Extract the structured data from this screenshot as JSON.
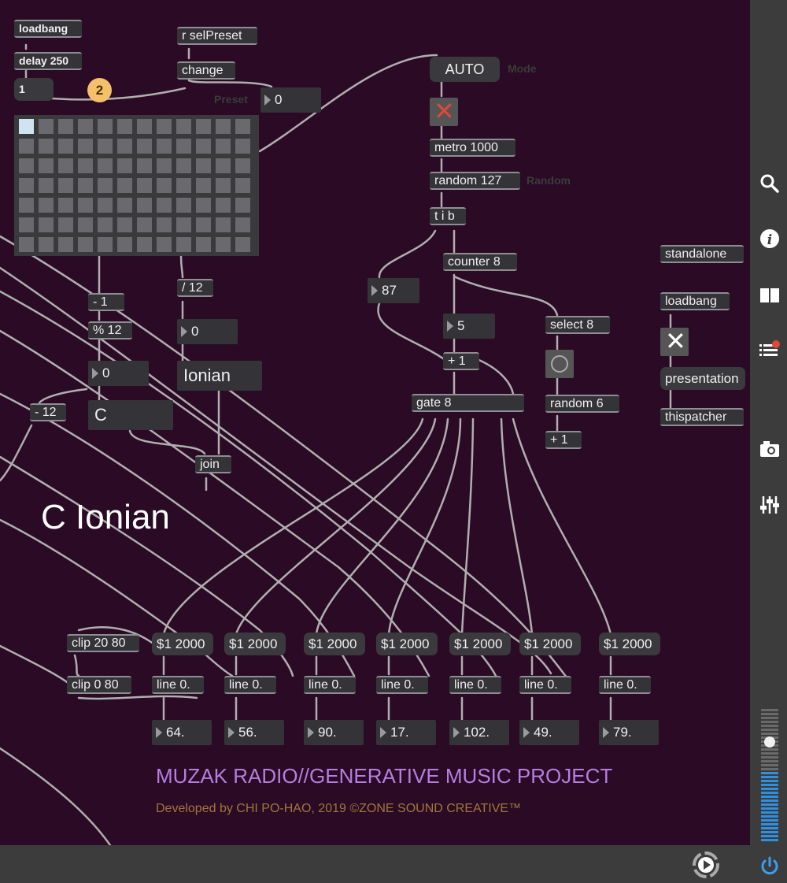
{
  "objects": {
    "loadbang": "loadbang",
    "delay": "delay 250",
    "msg_one": "1",
    "badge": "2",
    "r_selpreset": "r selPreset",
    "change": "change",
    "preset_label": "Preset",
    "preset_num": "0",
    "auto_msg": "AUTO",
    "mode_label": "Mode",
    "metro": "metro 1000",
    "random127": "random 127",
    "random_label": "Random",
    "tib": "t i b",
    "counter": "counter 8",
    "num87": "87",
    "num5": "5",
    "select8": "select 8",
    "plus1a": "+ 1",
    "gate8": "gate 8",
    "random6": "random 6",
    "plus1b": "+ 1",
    "minus1": "- 1",
    "mod12": "% 12",
    "div12": "/ 12",
    "num0a": "0",
    "num0b": "0",
    "minus12": "- 12",
    "note_menu": "C",
    "mode_menu": "Ionian",
    "join": "join",
    "standalone": "standalone",
    "loadbang2": "loadbang",
    "presentation": "presentation",
    "thispatcher": "thispatcher",
    "clip2080": "clip 20 80",
    "clip080": "clip 0 80"
  },
  "big_label": "C Ionian",
  "voices": {
    "msg": [
      "$1 2000",
      "$1 2000",
      "$1 2000",
      "$1 2000",
      "$1 2000",
      "$1 2000",
      "$1 2000"
    ],
    "line": [
      "line 0.",
      "line 0.",
      "line 0.",
      "line 0.",
      "line 0.",
      "line 0.",
      "line 0."
    ],
    "values": [
      "64.",
      "56.",
      "90.",
      "17.",
      "102.",
      "49.",
      "79."
    ]
  },
  "footer": {
    "title": "MUZAK RADIO//GENERATIVE MUSIC PROJECT",
    "credit": "Developed by CHI PO-HAO, 2019 ©ZONE SOUND CREATIVE™"
  },
  "matrix": {
    "rows": 7,
    "cols": 12,
    "active_cell": [
      0,
      0
    ]
  },
  "colors": {
    "background": "#2a0a24",
    "footer_title": "#b57ee0",
    "footer_credit": "#a0783c",
    "meter": "#2f8fe0"
  },
  "sidebar_icons": [
    "search-icon",
    "info-icon",
    "book-icon",
    "list-icon",
    "snapshot-icon",
    "mixer-icon"
  ],
  "bottom_icons": [
    "transport-play-icon",
    "power-icon"
  ]
}
